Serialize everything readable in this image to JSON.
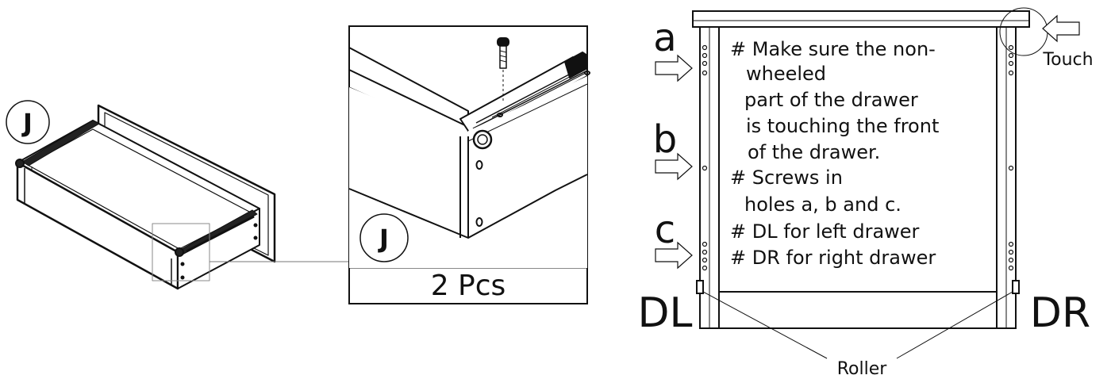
{
  "drawer_view": {
    "part_label": "J"
  },
  "detail_view": {
    "part_label": "J",
    "quantity": "2 Pcs"
  },
  "front_view": {
    "hole_labels": [
      "a",
      "b",
      "c"
    ],
    "left_tag": "DL",
    "right_tag": "DR",
    "touch_label": "Touch",
    "roller_label": "Roller",
    "notes": [
      "# Make sure the non-",
      "wheeled",
      "part of the drawer",
      "is touching the front",
      "of the drawer.",
      "# Screws in",
      "holes a, b and c.",
      "# DL for left drawer",
      "# DR for right drawer"
    ]
  },
  "colors": {
    "line": "#111111",
    "arrow_fill": "#ffffff",
    "background": "#ffffff"
  }
}
